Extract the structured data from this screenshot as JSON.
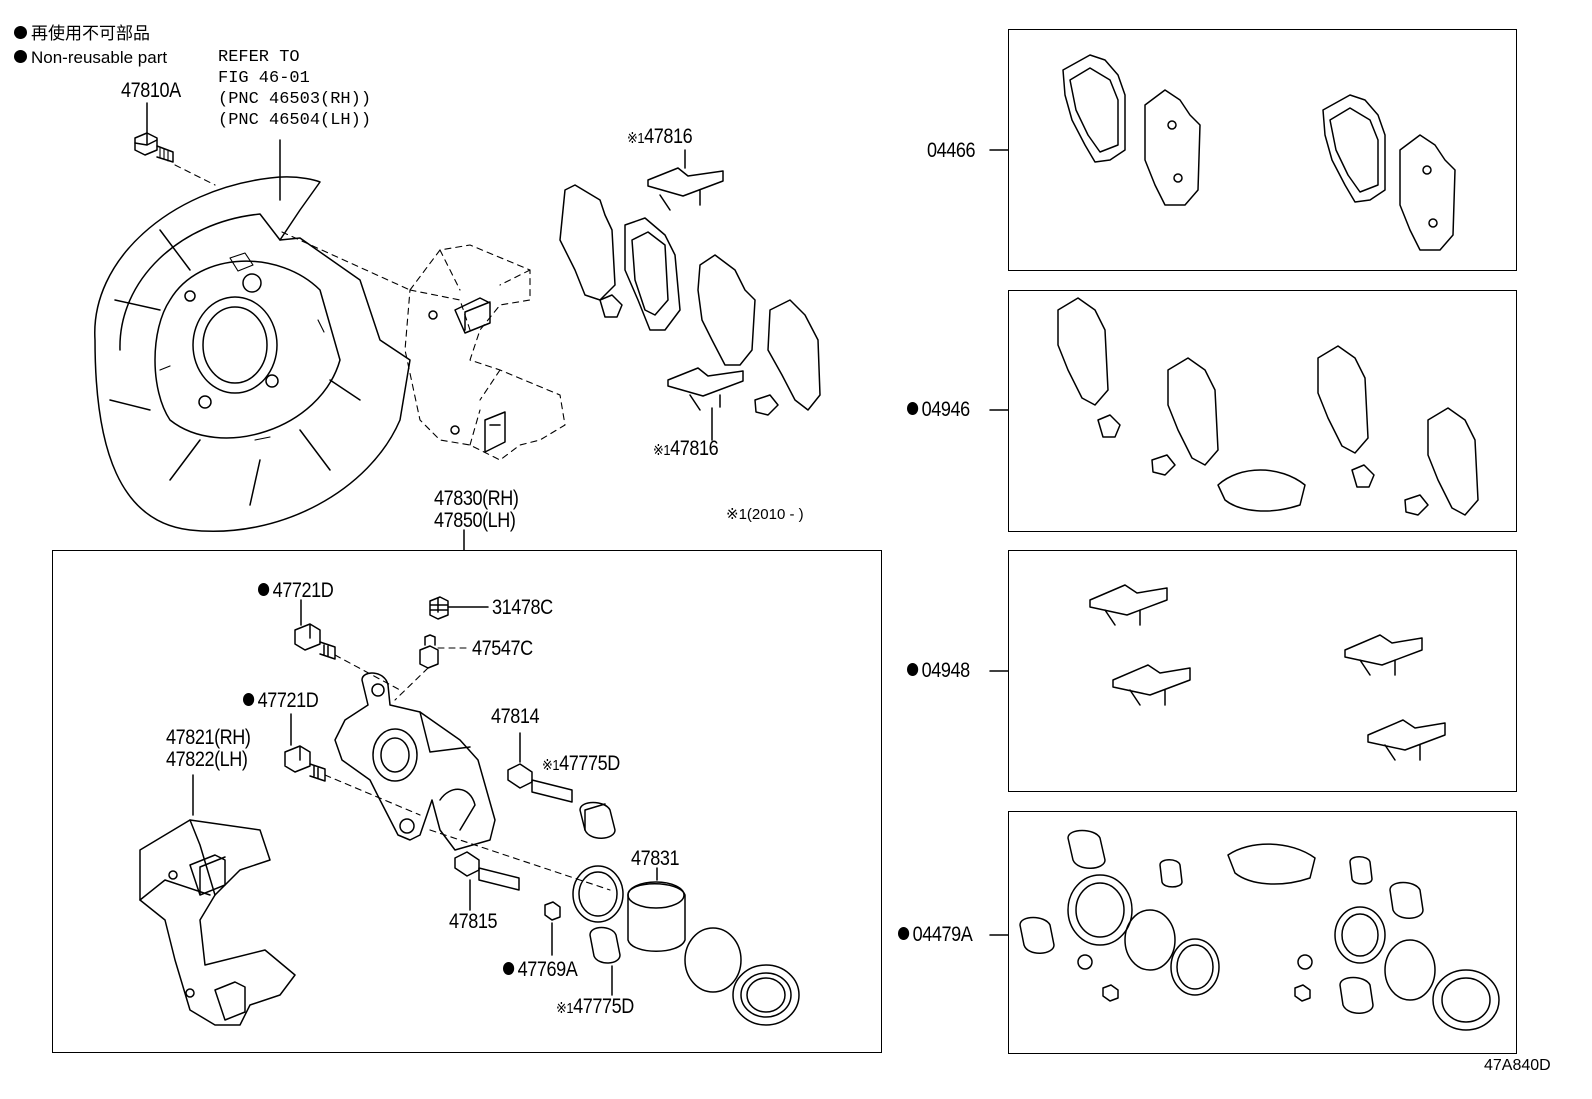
{
  "legend": {
    "jp": "再使用不可部品",
    "en": "Non-reusable part"
  },
  "refer": [
    "REFER TO",
    "FIG 46-01",
    "(PNC 46503(RH))",
    "(PNC 46504(LH))"
  ],
  "labels": {
    "p47810A": "47810A",
    "p47816a": "47816",
    "p47816b": "47816",
    "p47830": "47830(RH)",
    "p47850": "47850(LH)",
    "note": "(2010 -      )",
    "p47721Da": "47721D",
    "p47721Db": "47721D",
    "p31478C": "31478C",
    "p47547C": "47547C",
    "p47814": "47814",
    "p47775Da": "47775D",
    "p47775Db": "47775D",
    "p47821": "47821(RH)",
    "p47822": "47822(LH)",
    "p47831": "47831",
    "p47815": "47815",
    "p47769A": "47769A",
    "k04466": "04466",
    "k04946": "04946",
    "k04948": "04948",
    "k04479A": "04479A",
    "diagram_id": "47A840D"
  },
  "marks": {
    "ref1": "※1"
  },
  "colors": {
    "line": "#000000",
    "background": "#ffffff"
  }
}
